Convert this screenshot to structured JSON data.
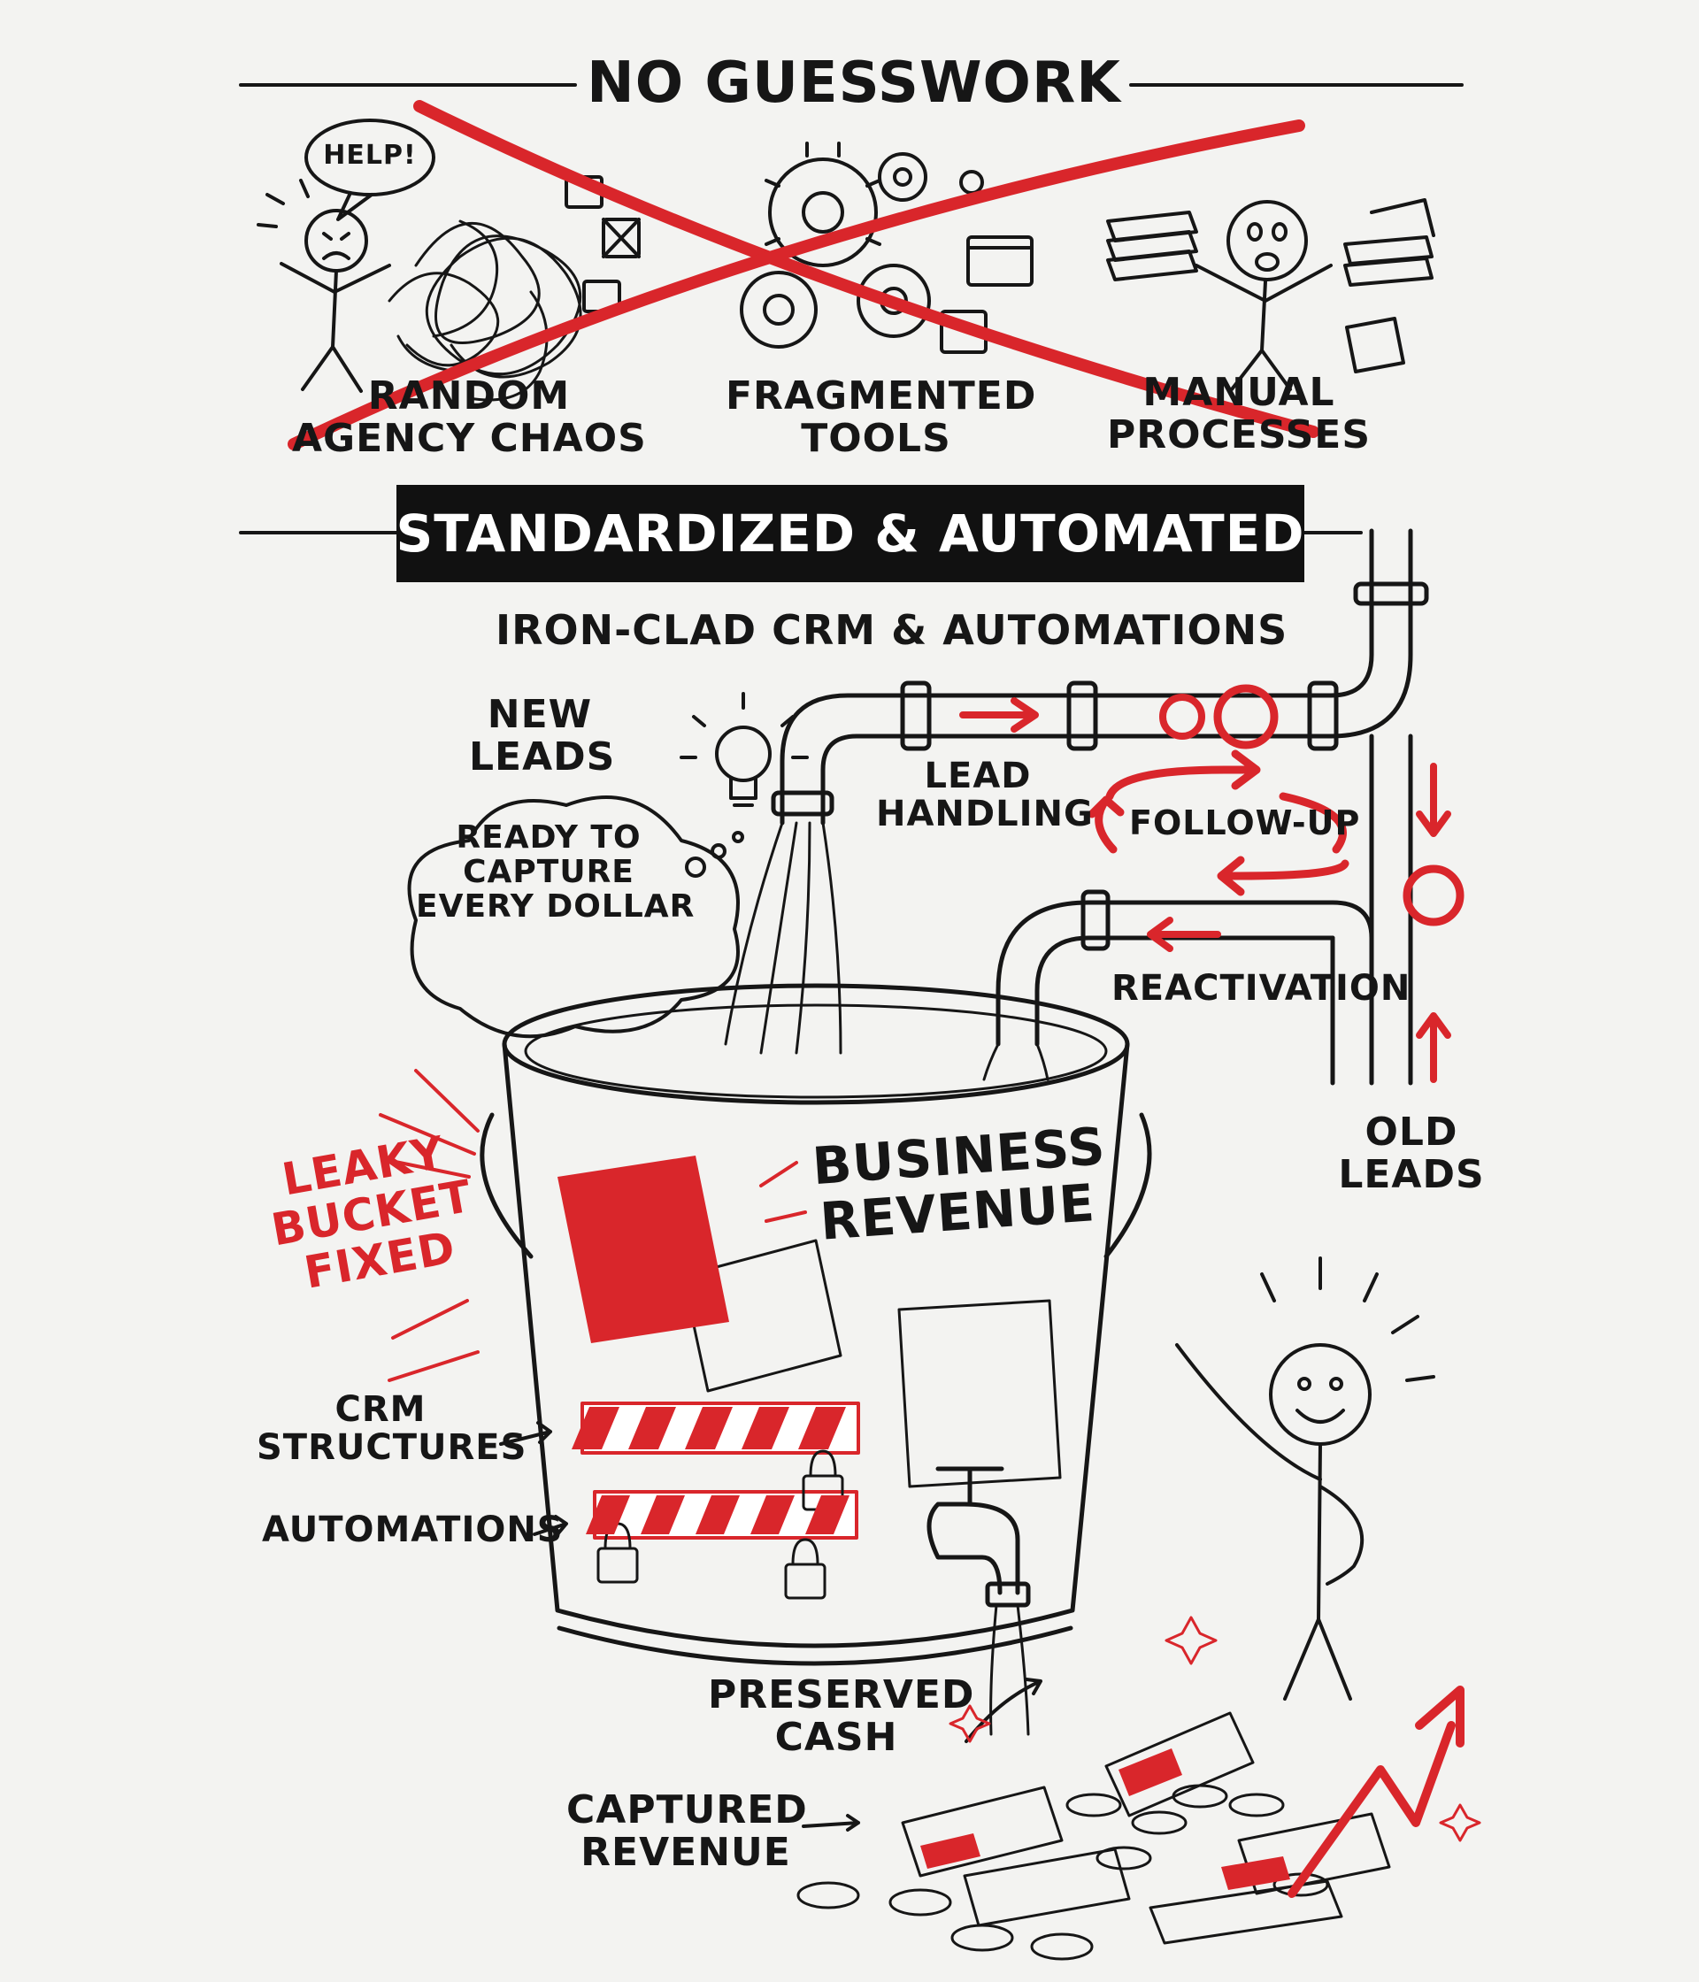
{
  "header": {
    "title": "NO GUESSWORK"
  },
  "problems": [
    {
      "help_bubble": "HELP!",
      "lines": [
        "RANDOM",
        "AGENCY CHAOS"
      ]
    },
    {
      "lines": [
        "FRAGMENTED",
        "TOOLS"
      ]
    },
    {
      "lines": [
        "MANUAL",
        "PROCESSES"
      ]
    }
  ],
  "solution_banner": "STANDARDIZED & AUTOMATED",
  "subtitle": "IRON-CLAD CRM & AUTOMATIONS",
  "new_leads": [
    "NEW",
    "LEADS"
  ],
  "thought_cloud": [
    "READY TO",
    "CAPTURE",
    "EVERY DOLLAR"
  ],
  "lead_handling": [
    "LEAD",
    "HANDLING"
  ],
  "follow_up": "FOLLOW-UP",
  "reactivation": "REACTIVATION",
  "old_leads": [
    "OLD",
    "LEADS"
  ],
  "bucket_label": [
    "BUSINESS",
    "REVENUE"
  ],
  "leaky_bucket": [
    "LEAKY",
    "BUCKET",
    "FIXED"
  ],
  "crm_structures": [
    "CRM",
    "STRUCTURES"
  ],
  "automations": "AUTOMATIONS",
  "preserved_cash": [
    "PRESERVED",
    "CASH"
  ],
  "captured_revenue": [
    "CAPTURED",
    "REVENUE"
  ],
  "colors": {
    "accent": "#d9262b",
    "ink": "#161616",
    "background": "#f3f3f1"
  }
}
